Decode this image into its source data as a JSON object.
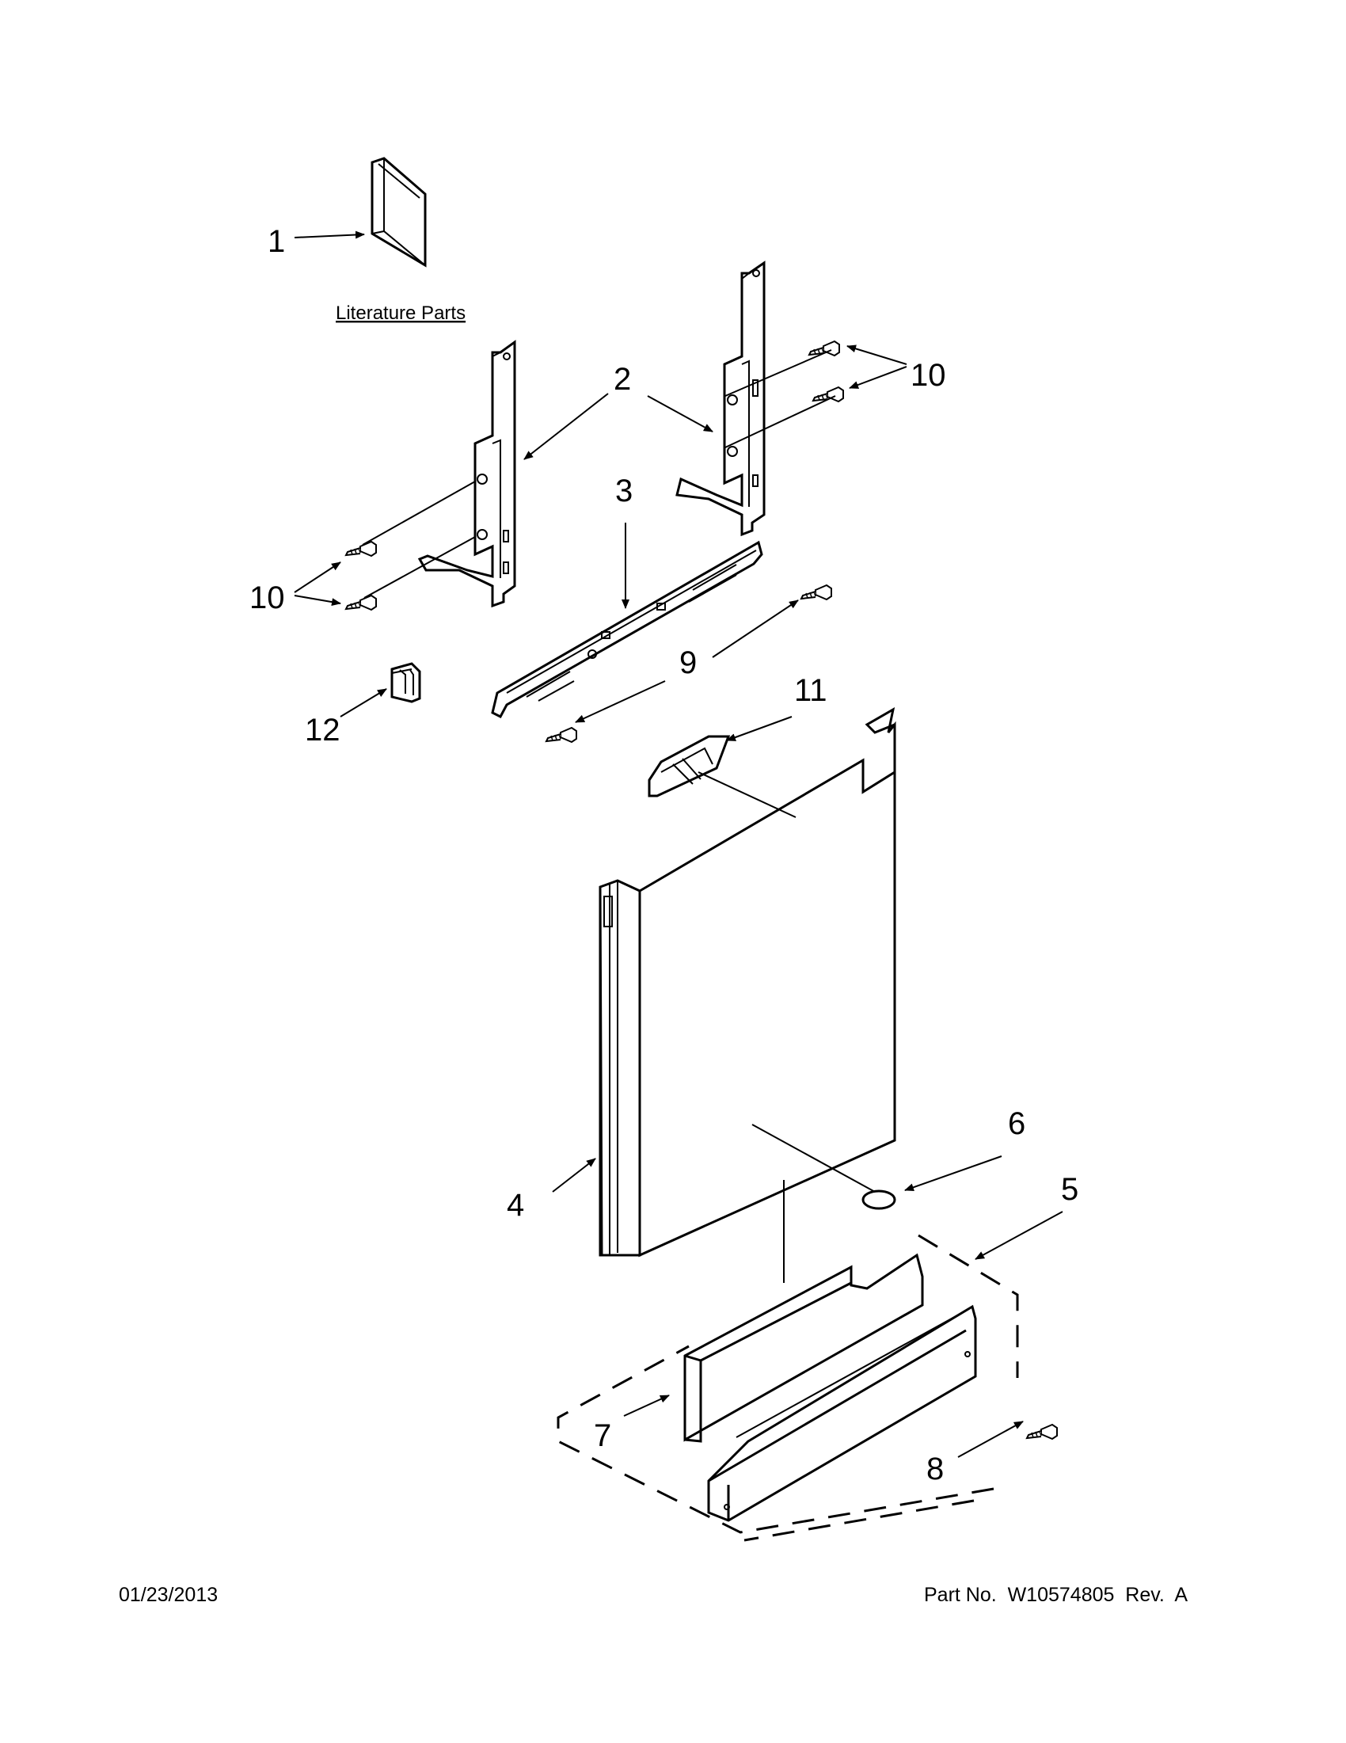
{
  "callouts": {
    "c1": "1",
    "c2": "2",
    "c3": "3",
    "c4": "4",
    "c5": "5",
    "c6": "6",
    "c7": "7",
    "c8": "8",
    "c9": "9",
    "c10a": "10",
    "c10b": "10",
    "c11": "11",
    "c12": "12"
  },
  "literature_label": "Literature Parts",
  "footer": {
    "date": "01/23/2013",
    "part_number": "Part No.  W10574805  Rev.  A"
  }
}
